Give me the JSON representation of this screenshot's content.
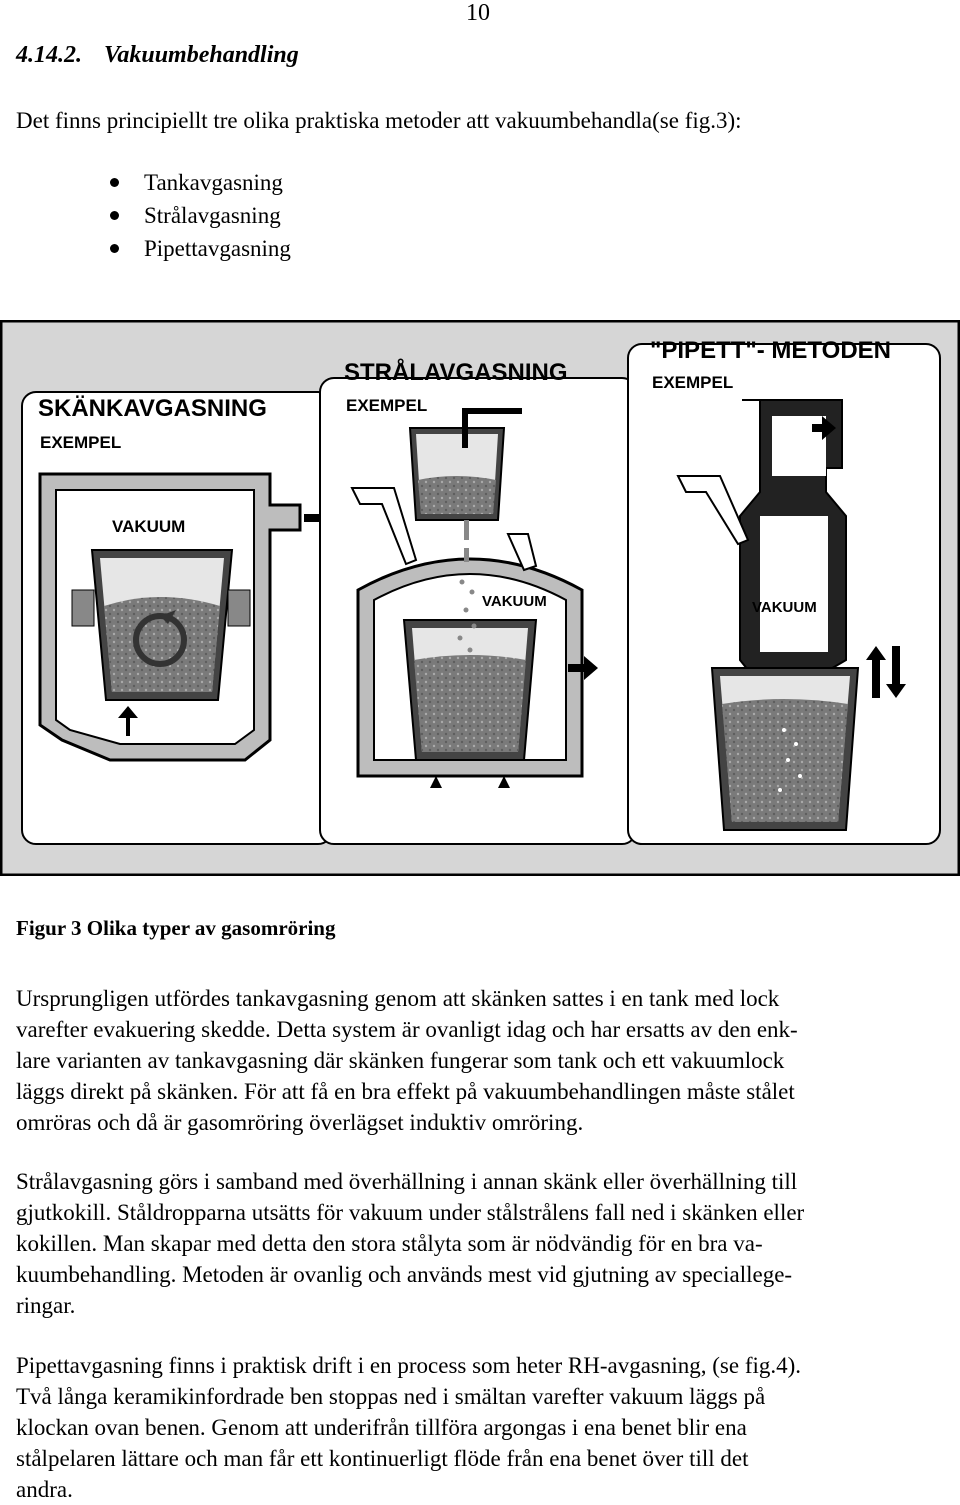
{
  "page_number": "10",
  "heading": {
    "number": "4.14.2.",
    "title": "Vakuumbehandling"
  },
  "intro": "Det finns principiellt tre olika praktiska metoder att vakuumbehandla(se fig.3):",
  "methods": [
    "Tankavgasning",
    "Strålavgasning",
    "Pipettavgasning"
  ],
  "figure": {
    "panel1": {
      "title": "SKÄNKAVGASNING",
      "subtitle": "EXEMPEL",
      "vacuum": "VAKUUM"
    },
    "panel2": {
      "title": "STRÅLAVGASNING",
      "subtitle": "EXEMPEL",
      "vacuum": "VAKUUM"
    },
    "panel3": {
      "title": "\"PIPETT\"- METODEN",
      "subtitle": "EXEMPEL",
      "vacuum": "VAKUUM"
    }
  },
  "caption": "Figur 3 Olika typer av gasomröring",
  "paragraphs": [
    [
      "Ursprungligen utfördes tankavgasning genom att skänken sattes i en tank med lock",
      "varefter evakuering skedde. Detta system är ovanligt idag och har ersatts av den enk-",
      "lare varianten av tankavgasning där skänken fungerar som tank och ett vakuumlock",
      "läggs direkt på skänken. För att få en bra effekt på vakuumbehandlingen måste stålet",
      "omröras och då är gasomröring överlägset induktiv omröring."
    ],
    [
      "Strålavgasning görs i samband med överhällning i annan skänk eller överhällning till",
      "gjutkokill. Ståldropparna utsätts för vakuum under stålstrålens fall ned i skänken eller",
      "kokillen. Man skapar med detta den stora stålyta som är nödvändig för en bra va-",
      "kuumbehandling. Metoden är ovanlig och används mest vid gjutning av speciallege-",
      "ringar."
    ],
    [
      "Pipettavgasning finns i praktisk drift i en process som heter RH-avgasning, (se fig.4).",
      "Två långa keramikinfordrade ben stoppas ned i smältan varefter vakuum läggs på",
      "klockan ovan benen. Genom att underifrån tillföra argongas i ena benet blir ena",
      "stålpelaren lättare och man får ett kontinuerligt flöde från ena benet över till det",
      "andra."
    ]
  ]
}
